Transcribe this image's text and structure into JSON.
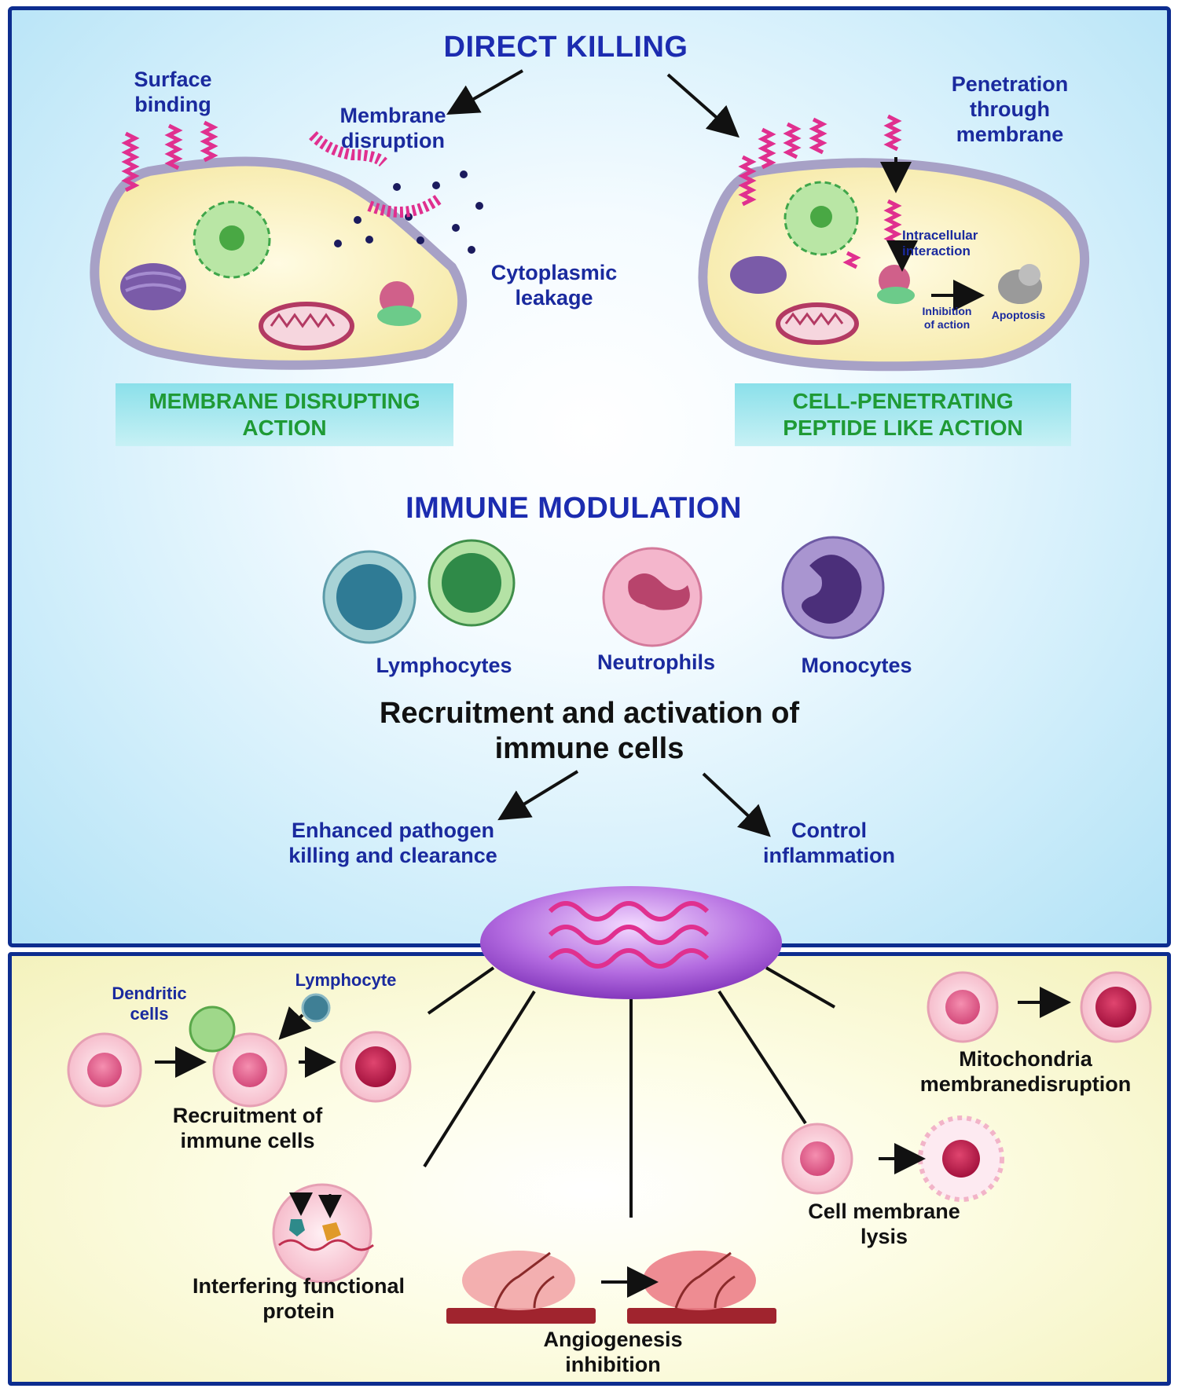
{
  "direct_killing": {
    "title": "DIRECT KILLING",
    "surface_binding": "Surface\nbinding",
    "membrane_disruption": "Membrane\ndisruption",
    "cytoplasmic_leakage": "Cytoplasmic\nleakage",
    "penetration": "Penetration\nthrough\nmembrane",
    "intracellular": "Intracellular\ninteraction",
    "inhibition": "Inhibition\nof action",
    "apoptosis": "Apoptosis",
    "box_left": "MEMBRANE DISRUPTING\nACTION",
    "box_right": "CELL-PENETRATING\nPEPTIDE LIKE ACTION"
  },
  "immune_modulation": {
    "title": "IMMUNE MODULATION",
    "lymphocytes": "Lymphocytes",
    "neutrophils": "Neutrophils",
    "monocytes": "Monocytes",
    "recruitment": "Recruitment and activation of\nimmune cells",
    "enhanced": "Enhanced pathogen\nkilling and clearance",
    "control": "Control\ninflammation"
  },
  "anticancer": {
    "dendritic": "Dendritic\ncells",
    "lymphocyte": "Lymphocyte",
    "recruitment": "Recruitment of\nimmune cells",
    "interfering": "Interfering functional\nprotein",
    "angiogenesis": "Angiogenesis\ninhibition",
    "lysis": "Cell membrane\nlysis",
    "mitochondria": "Mitochondria\nmembranedisruption"
  },
  "colors": {
    "frame": "#0d2d8f",
    "label_blue": "#1c2cb0",
    "action_green": "#1f9a35",
    "helix_pink": "#e0308f"
  }
}
